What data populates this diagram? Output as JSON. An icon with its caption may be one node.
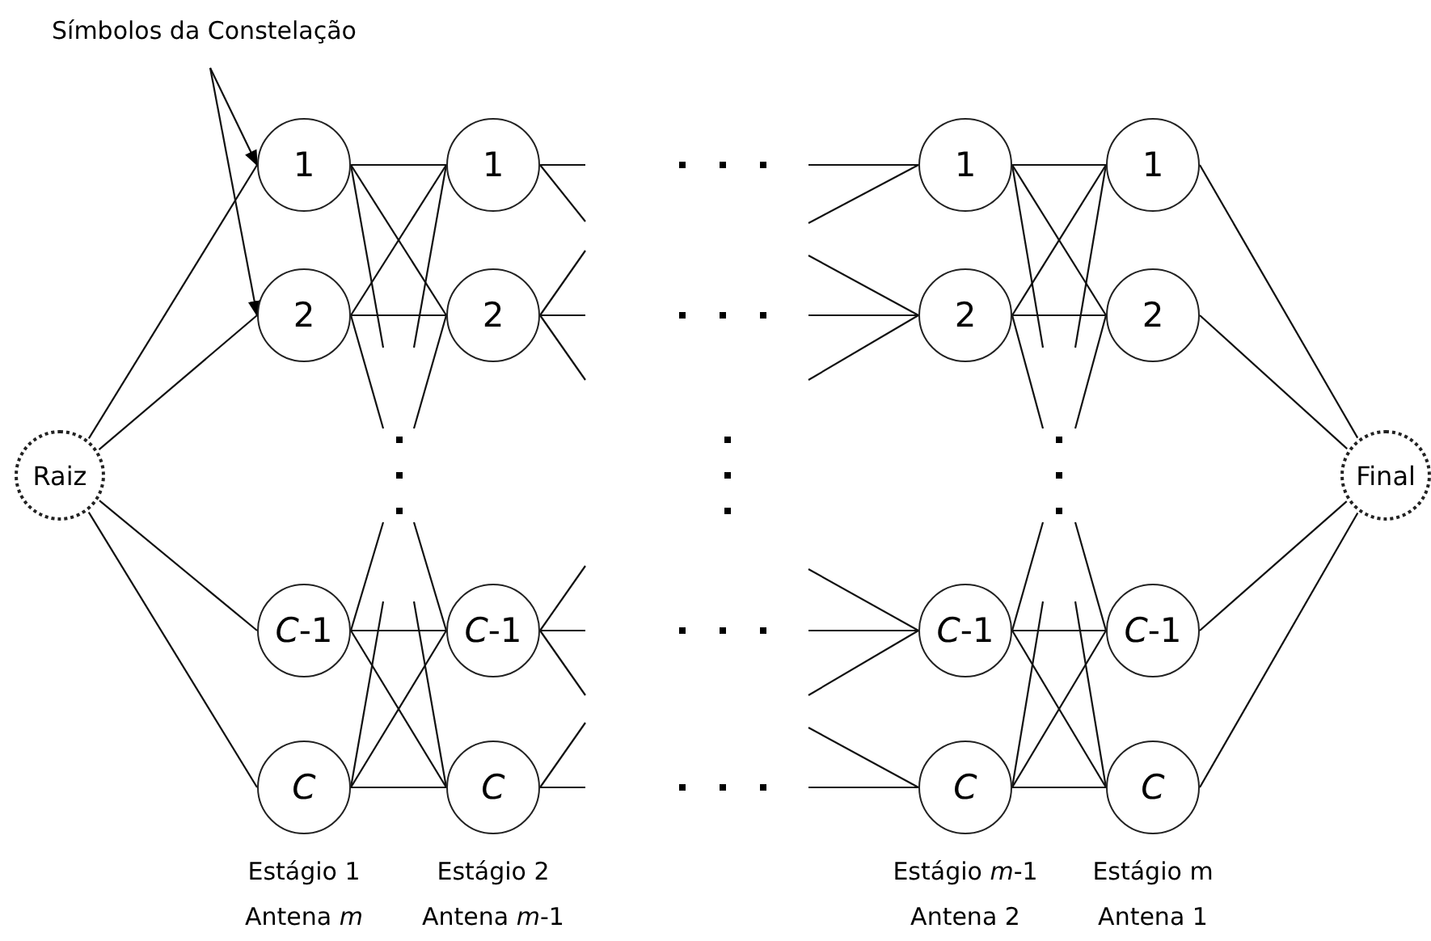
{
  "diagram": {
    "nodes": [
      {
        "text": [
          "Símbolos da Constelação"
        ]
      },
      {
        "text": [
          "Raiz"
        ]
      },
      {
        "text": [
          "1"
        ]
      },
      {
        "text": [
          "2"
        ]
      },
      {
        "text": [
          "*C*-1"
        ]
      },
      {
        "text": [
          "C"
        ]
      },
      {
        "text": [
          "1"
        ]
      },
      {
        "text": [
          "2"
        ]
      },
      {
        "text": [
          "*C*-1"
        ]
      },
      {
        "text": [
          "C"
        ]
      },
      {
        "text": [
          "1"
        ]
      },
      {
        "text": [
          "2"
        ]
      },
      {
        "text": [
          "*C*-1"
        ]
      },
      {
        "text": [
          "C"
        ]
      },
      {
        "text": [
          "1"
        ]
      },
      {
        "text": [
          "2"
        ]
      },
      {
        "text": [
          "*C*-1"
        ]
      },
      {
        "text": [
          "C"
        ]
      },
      {
        "text": [
          "Final"
        ]
      }
    ],
    "edges": [
      {
        "from": 0,
        "to": 2,
        "arrow": "to"
      },
      {
        "from": 0,
        "to": 3,
        "arrow": "to"
      },
      {
        "from": 1,
        "to": 2,
        "arrow": "none"
      },
      {
        "from": 1,
        "to": 3,
        "arrow": "none"
      },
      {
        "from": 1,
        "to": 4,
        "arrow": "none"
      },
      {
        "from": 1,
        "to": 5,
        "arrow": "none"
      },
      {
        "from": 2,
        "to": 6,
        "arrow": "none"
      },
      {
        "from": 2,
        "to": 7,
        "arrow": "none"
      },
      {
        "from": 3,
        "to": 6,
        "arrow": "none"
      },
      {
        "from": 3,
        "to": 7,
        "arrow": "none"
      },
      {
        "from": 4,
        "to": 8,
        "arrow": "none"
      },
      {
        "from": 4,
        "to": 9,
        "arrow": "none"
      },
      {
        "from": 5,
        "to": 8,
        "arrow": "none"
      },
      {
        "from": 5,
        "to": 9,
        "arrow": "none"
      },
      {
        "from": 2,
        "to": null,
        "arrow": "none"
      },
      {
        "from": null,
        "to": 6,
        "arrow": "none"
      },
      {
        "from": 3,
        "to": null,
        "arrow": "none"
      },
      {
        "from": null,
        "to": 7,
        "arrow": "none"
      },
      {
        "from": 4,
        "to": null,
        "arrow": "none"
      },
      {
        "from": null,
        "to": 8,
        "arrow": "none"
      },
      {
        "from": 5,
        "to": null,
        "arrow": "none"
      },
      {
        "from": null,
        "to": 9,
        "arrow": "none"
      },
      {
        "from": 6,
        "to": null,
        "arrow": "none"
      },
      {
        "from": 6,
        "to": null,
        "arrow": "none"
      },
      {
        "from": 7,
        "to": null,
        "arrow": "none"
      },
      {
        "from": 7,
        "to": null,
        "arrow": "none"
      },
      {
        "from": 7,
        "to": null,
        "arrow": "none"
      },
      {
        "from": 8,
        "to": null,
        "arrow": "none"
      },
      {
        "from": 8,
        "to": null,
        "arrow": "none"
      },
      {
        "from": 8,
        "to": null,
        "arrow": "none"
      },
      {
        "from": 9,
        "to": null,
        "arrow": "none"
      },
      {
        "from": 9,
        "to": null,
        "arrow": "none"
      },
      {
        "from": null,
        "to": 10,
        "arrow": "none"
      },
      {
        "from": null,
        "to": 10,
        "arrow": "none"
      },
      {
        "from": null,
        "to": 11,
        "arrow": "none"
      },
      {
        "from": null,
        "to": 11,
        "arrow": "none"
      },
      {
        "from": null,
        "to": 11,
        "arrow": "none"
      },
      {
        "from": null,
        "to": 12,
        "arrow": "none"
      },
      {
        "from": null,
        "to": 12,
        "arrow": "none"
      },
      {
        "from": null,
        "to": 12,
        "arrow": "none"
      },
      {
        "from": null,
        "to": 13,
        "arrow": "none"
      },
      {
        "from": null,
        "to": 13,
        "arrow": "none"
      },
      {
        "from": 10,
        "to": 14,
        "arrow": "none"
      },
      {
        "from": 10,
        "to": 15,
        "arrow": "none"
      },
      {
        "from": 11,
        "to": 14,
        "arrow": "none"
      },
      {
        "from": 11,
        "to": 15,
        "arrow": "none"
      },
      {
        "from": 12,
        "to": 16,
        "arrow": "none"
      },
      {
        "from": 12,
        "to": 17,
        "arrow": "none"
      },
      {
        "from": 13,
        "to": 16,
        "arrow": "none"
      },
      {
        "from": 13,
        "to": 17,
        "arrow": "none"
      },
      {
        "from": 10,
        "to": null,
        "arrow": "none"
      },
      {
        "from": null,
        "to": 14,
        "arrow": "none"
      },
      {
        "from": 11,
        "to": null,
        "arrow": "none"
      },
      {
        "from": null,
        "to": 15,
        "arrow": "none"
      },
      {
        "from": 12,
        "to": null,
        "arrow": "none"
      },
      {
        "from": null,
        "to": 16,
        "arrow": "none"
      },
      {
        "from": 13,
        "to": null,
        "arrow": "none"
      },
      {
        "from": null,
        "to": 17,
        "arrow": "none"
      },
      {
        "from": 14,
        "to": 18,
        "arrow": "none"
      },
      {
        "from": 15,
        "to": 18,
        "arrow": "none"
      },
      {
        "from": 16,
        "to": 18,
        "arrow": "none"
      },
      {
        "from": 17,
        "to": 18,
        "arrow": "none"
      }
    ],
    "labels": [
      "Estágio 1",
      "Estágio 2",
      "Estágio *m*-1",
      "Estágio m",
      "Antena *m*",
      "Antena *m*-1",
      "Antena 2",
      "Antena 1"
    ]
  }
}
